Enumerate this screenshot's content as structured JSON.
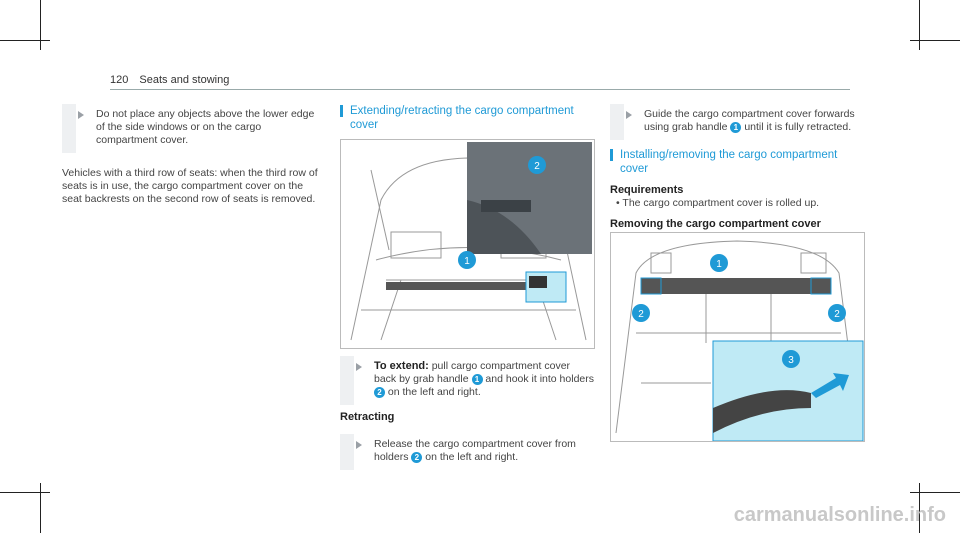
{
  "header": {
    "page_number": "120",
    "section": "Seats and stowing"
  },
  "left": {
    "tip": "Do not place any objects above the lower edge of the side windows or on the cargo compartment cover.",
    "paragraph": "Vehicles with a third row of seats: when the third row of seats is in use, the cargo compartment cover on the seat backrests on the second row of seats is removed."
  },
  "middle": {
    "heading": "Extending/retracting the cargo compartment cover",
    "extend_label": "To extend:",
    "extend_text_a": "pull cargo compartment cover back by grab handle",
    "extend_text_b": "and hook it into holders",
    "extend_text_c": "on the left and right.",
    "retracting_heading": "Retracting",
    "retract_text_a": "Release the cargo compartment cover from holders",
    "retract_text_b": "on the left and right."
  },
  "right": {
    "guide_text_a": "Guide the cargo compartment cover forwards using grab handle",
    "guide_text_b": "until it is fully retracted.",
    "heading": "Installing/removing the cargo compartment cover",
    "requirements_heading": "Requirements",
    "requirement_1": "The cargo compartment cover is rolled up.",
    "removing_heading": "Removing the cargo compartment cover"
  },
  "badges": {
    "one": "1",
    "two": "2",
    "three": "3"
  },
  "watermark": "carmanualsonline.info",
  "colors": {
    "accent": "#1f9ad6",
    "highlight": "#bfeaf5"
  }
}
